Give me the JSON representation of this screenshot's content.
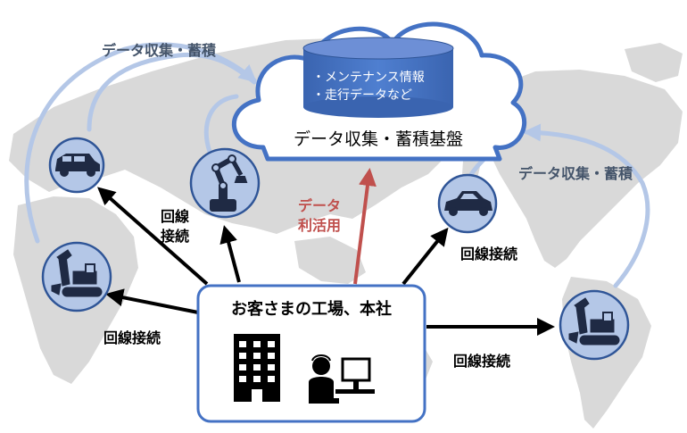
{
  "cloud": {
    "title": "データ収集・蓄積基盤",
    "database_items": [
      "・メンテナンス情報",
      "・走行データなど"
    ]
  },
  "flow_labels": {
    "collect_left": "データ収集・蓄積",
    "collect_right": "データ収集・蓄積",
    "data_use": [
      "データ",
      "利活用"
    ]
  },
  "line_labels": {
    "line_vertical": [
      "回線",
      "接続"
    ],
    "line_left_bottom": "回線接続",
    "line_right_top": "回線接続",
    "line_right_bottom": "回線接続"
  },
  "customer": {
    "title": "お客さまの工場、本社"
  },
  "devices": [
    {
      "id": "car-suv",
      "icon": "suv-car-icon"
    },
    {
      "id": "excavator-left",
      "icon": "excavator-icon"
    },
    {
      "id": "robot-arm",
      "icon": "robot-arm-icon"
    },
    {
      "id": "car-sedan",
      "icon": "sedan-car-icon"
    },
    {
      "id": "excavator-right",
      "icon": "excavator-icon"
    }
  ],
  "colors": {
    "map": "#d9d9d9",
    "cloud_border": "#4472c4",
    "database": "#4472c4",
    "device_fill": "#b4c7e7",
    "device_border": "#2f5597",
    "collect_arrow": "#b4c7e7",
    "collect_text": "#44546a",
    "data_use": "#c0504d",
    "customer_border": "#4472c4"
  }
}
